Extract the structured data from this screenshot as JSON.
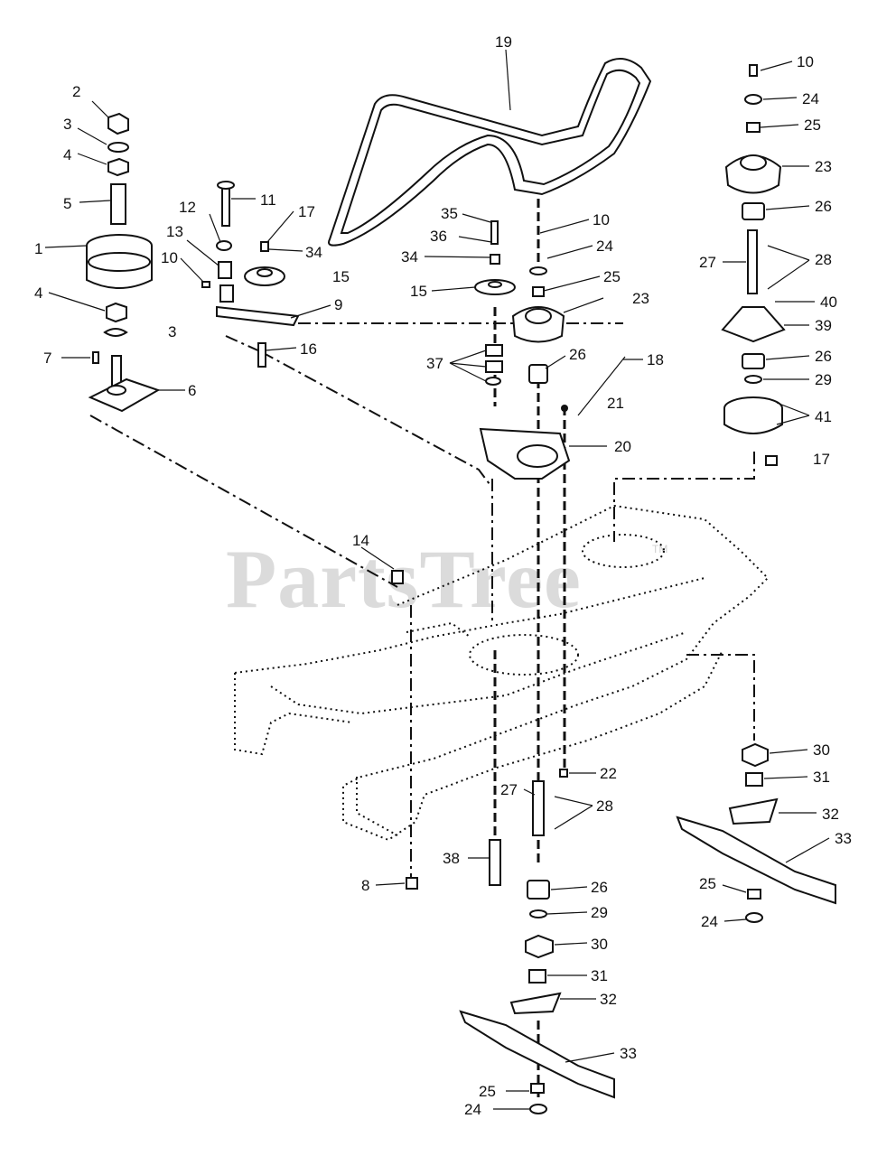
{
  "watermark": {
    "text": "PartsTree",
    "tm": "TM"
  },
  "callouts": [
    "1",
    "2",
    "3",
    "4",
    "5",
    "4",
    "3",
    "7",
    "6",
    "12",
    "11",
    "17",
    "13",
    "34",
    "10",
    "15",
    "9",
    "16",
    "19",
    "35",
    "10",
    "36",
    "24",
    "34",
    "25",
    "15",
    "23",
    "37",
    "26",
    "18",
    "21",
    "20",
    "10",
    "24",
    "25",
    "23",
    "26",
    "27",
    "28",
    "40",
    "39",
    "26",
    "29",
    "41",
    "17",
    "14",
    "30",
    "31",
    "22",
    "27",
    "28",
    "32",
    "33",
    "8",
    "38",
    "26",
    "25",
    "24",
    "29",
    "30",
    "31",
    "32",
    "33",
    "25",
    "24"
  ]
}
